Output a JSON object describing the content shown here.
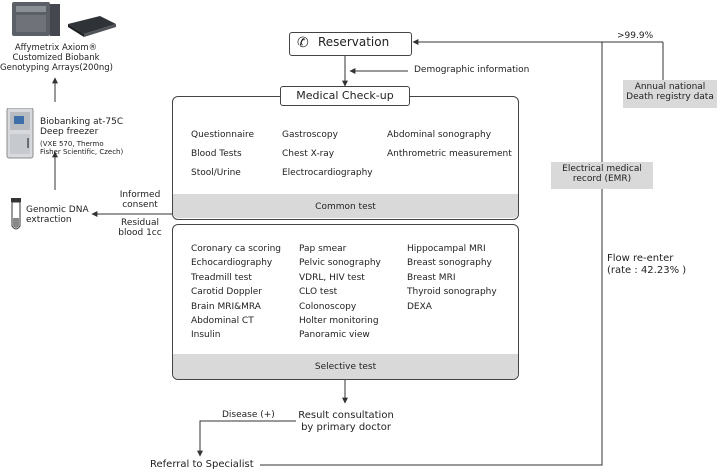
{
  "affymetrix": {
    "line1": "Affymetrix Axiom®",
    "line2": "Customized Biobank",
    "line3": "Genotyping Arrays(200ng)"
  },
  "biobanking": {
    "line1": "Biobanking at-75C",
    "line2": "Deep freezer",
    "detail1": "(VXE 570, Thermo",
    "detail2": "Fisher Scientific, Czech)"
  },
  "genomic_dna": {
    "line1": "Genomic DNA",
    "line2": "extraction"
  },
  "informed_consent": {
    "line1": "Informed",
    "line2": "consent"
  },
  "residual_blood": {
    "line1": "Residual",
    "line2": "blood 1cc"
  },
  "reservation": {
    "label": "Reservation"
  },
  "demographic": {
    "label": "Demographic information"
  },
  "survival": {
    "label": ">99.9%"
  },
  "death_registry": {
    "line1": "Annual national",
    "line2": "Death registry data"
  },
  "emr": {
    "line1": "Electrical medical",
    "line2": "record (EMR)"
  },
  "flow_reenter": {
    "line1": "Flow re-enter",
    "line2": "(rate : 42.23% )"
  },
  "medical_checkup": {
    "title": "Medical Check-up"
  },
  "common_test": {
    "footer": "Common test",
    "col1": [
      "Questionnaire",
      "Blood Tests",
      "Stool/Urine"
    ],
    "col2": [
      "Gastroscopy",
      "Chest X-ray",
      "Electrocardiography"
    ],
    "col3": [
      "Abdominal sonography",
      "Anthrometric measurement"
    ]
  },
  "selective_test": {
    "footer": "Selective test",
    "col1": [
      "Coronary ca scoring",
      "Echocardiography",
      "Treadmill test",
      "Carotid Doppler",
      "Brain MRI&MRA",
      "Abdominal CT",
      "Insulin"
    ],
    "col2": [
      "Pap smear",
      "Pelvic sonography",
      "VDRL, HIV test",
      "CLO test",
      "Colonoscopy",
      "Holter monitoring",
      "Panoramic view"
    ],
    "col3": [
      "Hippocampal MRI",
      "Breast sonography",
      "Breast MRI",
      "Thyroid sonography",
      "DEXA"
    ]
  },
  "result": {
    "line1": "Result consultation",
    "line2": "by primary doctor"
  },
  "disease": {
    "label": "Disease (+)"
  },
  "referral": {
    "label": "Referral to Specialist"
  },
  "icons": {
    "genotyping": "genotyping-instrument-icon",
    "freezer": "freezer-icon",
    "tube": "test-tube-icon",
    "phone": "phone-icon"
  }
}
